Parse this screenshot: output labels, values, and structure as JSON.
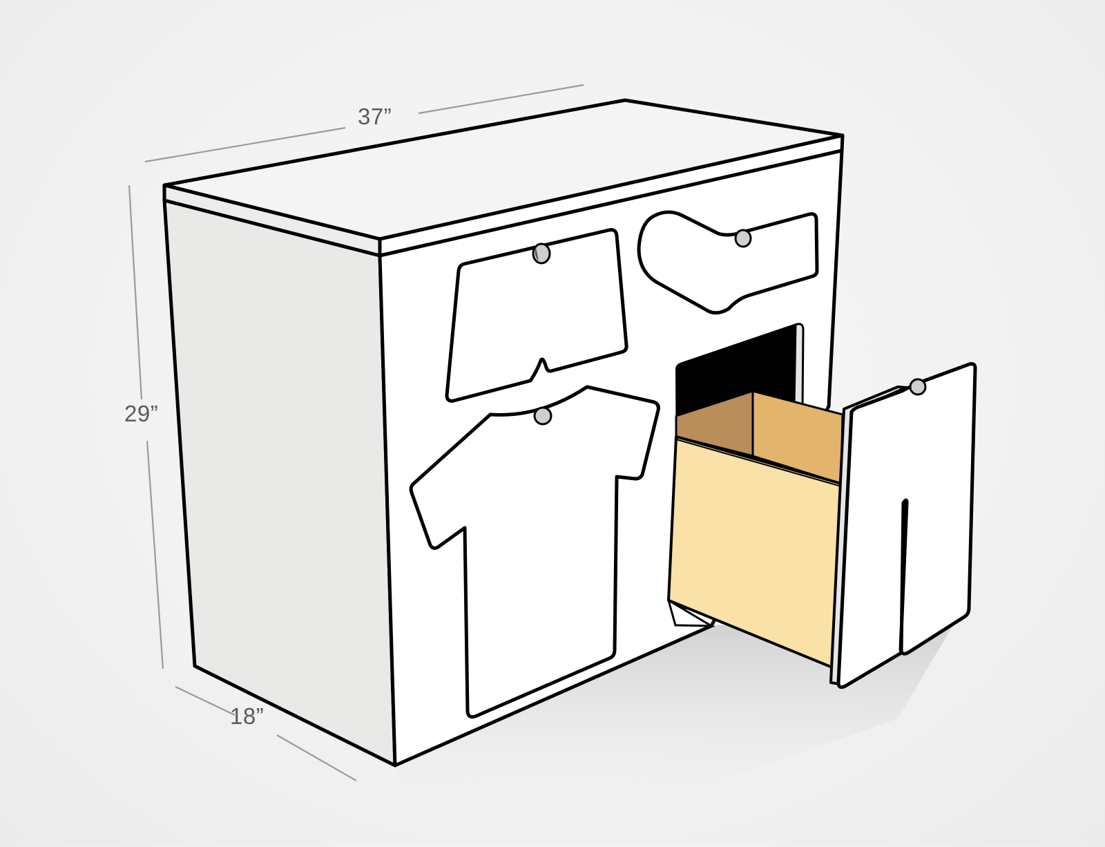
{
  "figure": {
    "subject": "Dresser with clothing-shaped drawer fronts",
    "dimensions": {
      "width": "37”",
      "height": "29”",
      "depth": "18”"
    },
    "drawers": [
      {
        "shape": "underwear",
        "position": "top-left"
      },
      {
        "shape": "sock",
        "position": "top-right"
      },
      {
        "shape": "t-shirt",
        "position": "bottom-left"
      },
      {
        "shape": "pants",
        "position": "bottom-right",
        "state": "open"
      }
    ],
    "colors": {
      "outline": "#000000",
      "cabinet_front": "#ffffff",
      "cabinet_side": "#e9e9e8",
      "top_edge": "#ececeb",
      "dimension_line": "#9a9a9a",
      "dimension_text": "#5a5a5a",
      "drawer_box_front": "#f9e1a7",
      "drawer_box_back": "#e3b46b",
      "drawer_box_side": "#b98e5b",
      "pull_hole": "#cfcfcf",
      "shadow": "#d6d6d6"
    }
  }
}
